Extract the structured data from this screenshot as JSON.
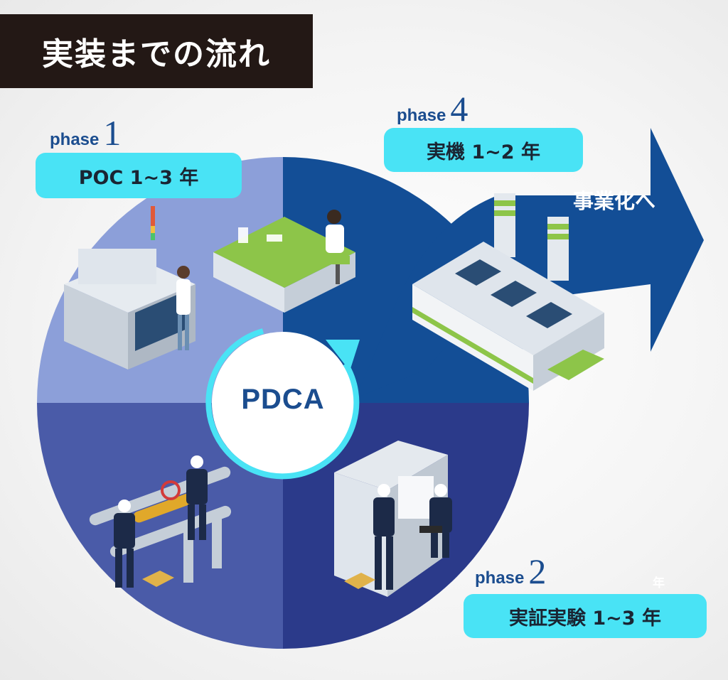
{
  "title": "実装までの流れ",
  "center": {
    "label": "PDCA"
  },
  "phases": [
    {
      "word": "phase",
      "number": "1",
      "period": "POC 1~3 年"
    },
    {
      "word": "phase",
      "number": "2",
      "period": "実証実験 1~3 年"
    },
    {
      "word": "phase",
      "number": "4",
      "period": "実機 1~2 年"
    }
  ],
  "arrow_label": "事業化へ",
  "ghost_char": "年",
  "colors": {
    "quadrant_top_left": "#8c9fd9",
    "quadrant_bottom_left": "#4a5ba8",
    "quadrant_bottom_right": "#2b3a8a",
    "quadrant_top_right": "#134e96",
    "pill": "#49e3f5",
    "title_bg": "#231815"
  },
  "icons": [
    "lab-machine-icon",
    "lab-desk-icon",
    "pipeline-workers-icon",
    "control-panel-workers-icon",
    "factory-icon",
    "cycle-arrow-icon"
  ]
}
